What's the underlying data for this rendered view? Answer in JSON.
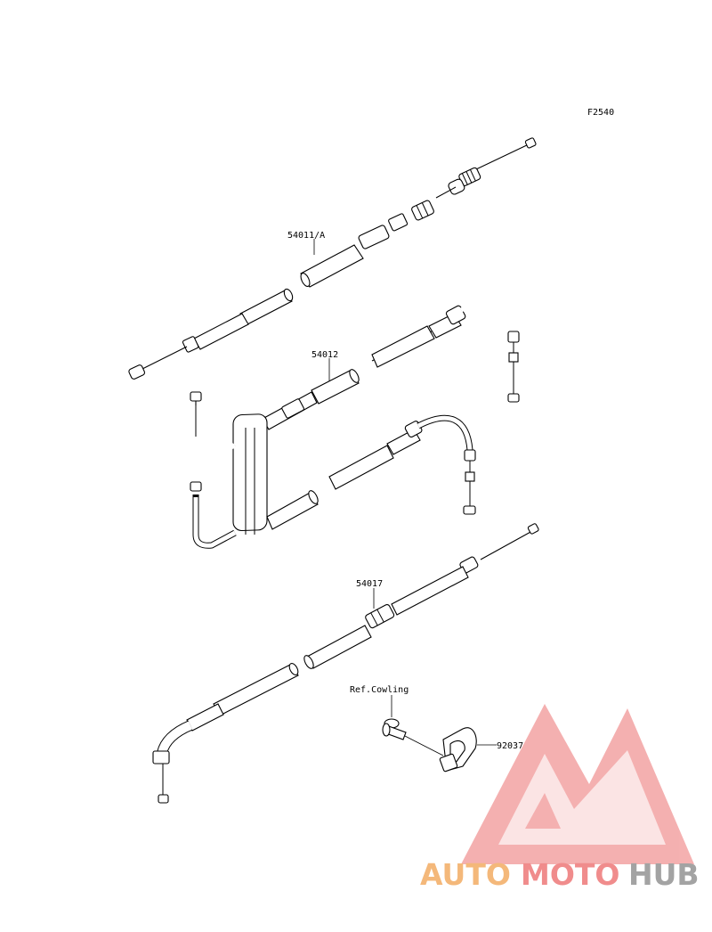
{
  "figure_code": "F2540",
  "parts": [
    {
      "number": "54011/A"
    },
    {
      "number": "54012"
    },
    {
      "number": "54017"
    },
    {
      "number": "92037"
    }
  ],
  "reference_note": "Ref.Cowling",
  "watermark": {
    "part1": "AUTO",
    "part2": "MOTO",
    "part3": "HUB",
    "colors": {
      "auto": "#f4b87a",
      "moto": "#f08c8c",
      "hub": "#a3a3a3",
      "logo": "#f08c8c"
    }
  }
}
